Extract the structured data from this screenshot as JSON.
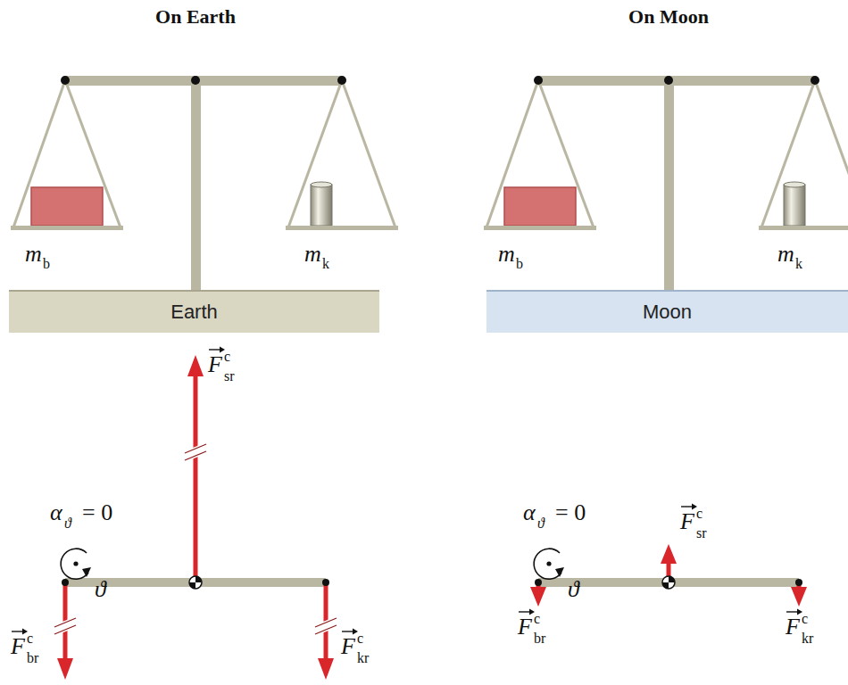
{
  "diagram": {
    "nodes": [
      {
        "text": [
          "Earth"
        ]
      },
      {
        "text": [
          "Moon"
        ]
      }
    ],
    "labels": [
      "On Earth",
      "On Moon",
      "m",
      "b",
      "m",
      "k",
      "m",
      "b",
      "m",
      "k",
      "α",
      "ϑ",
      "= 0",
      "ϑ",
      "F",
      "c",
      "sr",
      "F",
      "c",
      "br",
      "F",
      "c",
      "kr",
      "α",
      "ϑ",
      "= 0",
      "ϑ",
      "F",
      "c",
      "sr",
      "F",
      "c",
      "br",
      "F",
      "c",
      "kr"
    ]
  }
}
